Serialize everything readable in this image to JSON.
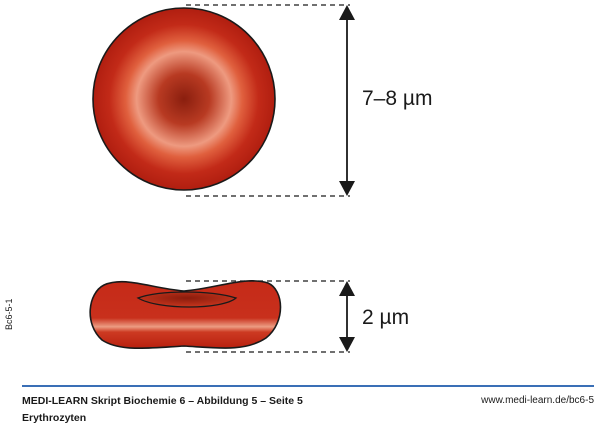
{
  "figure": {
    "top_view_dimension": "7–8 µm",
    "side_view_dimension": "2 µm",
    "side_code": "Bc6-5-1"
  },
  "footer": {
    "title": "MEDI-LEARN Skript Biochemie 6 – Abbildung 5 – Seite 5",
    "subtitle": "Erythrozyten",
    "url": "www.medi-learn.de/bc6-5"
  },
  "colors": {
    "cell_red": "#c0281a",
    "cell_highlight": "#ef9a7e",
    "cell_dark": "#7a1008",
    "rule_blue": "#3a6fb6"
  }
}
